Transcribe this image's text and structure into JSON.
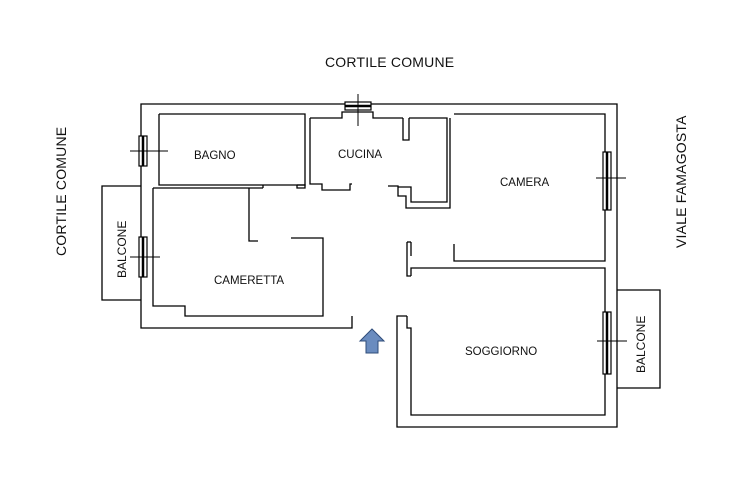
{
  "surroundings": {
    "top": "CORTILE COMUNE",
    "left": "CORTILE COMUNE",
    "right": "VIALE FAMAGOSTA"
  },
  "rooms": {
    "bathroom": "BAGNO",
    "kitchen": "CUCINA",
    "bedroom": "CAMERA",
    "small_bedroom": "CAMERETTA",
    "living_room": "SOGGIORNO"
  },
  "balconies": {
    "left": "BALCONE",
    "right": "BALCONE"
  },
  "entrance_arrow_color": "#6a8cbf"
}
